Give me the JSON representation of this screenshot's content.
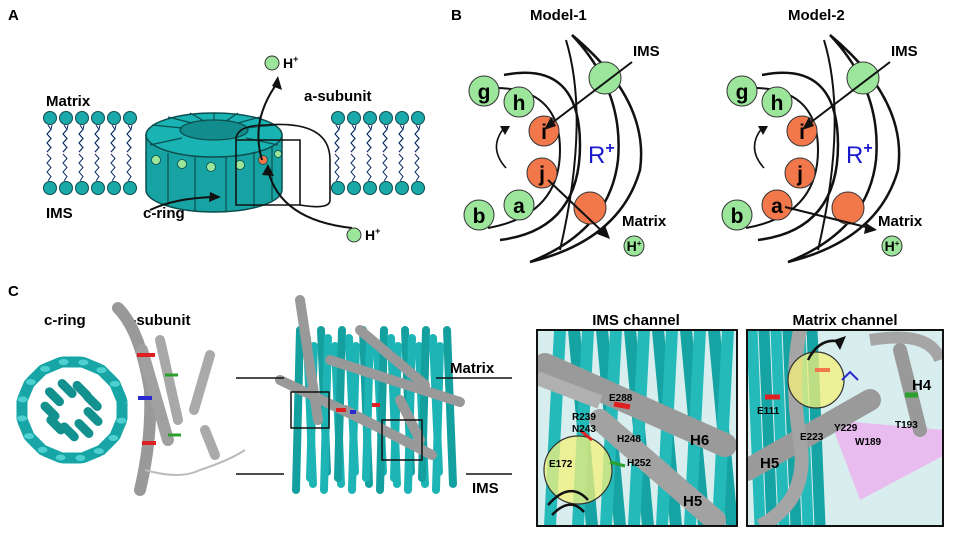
{
  "panel_a": {
    "letter": "A",
    "matrix_label": "Matrix",
    "ims_label": "IMS",
    "a_subunit_label": "a-subunit",
    "c_ring_label": "c-ring",
    "proton_label": "H",
    "proton_charge": "+"
  },
  "panel_b": {
    "letter": "B",
    "model1": {
      "title": "Model-1",
      "ims_label": "IMS",
      "matrix_label": "Matrix",
      "r_label": "R",
      "r_charge": "+",
      "proton_label": "H",
      "proton_charge": "+",
      "circles": [
        "g",
        "h",
        "i",
        "j",
        "a",
        "b"
      ]
    },
    "model2": {
      "title": "Model-2",
      "ims_label": "IMS",
      "matrix_label": "Matrix",
      "r_label": "R",
      "r_charge": "+",
      "proton_label": "H",
      "proton_charge": "+",
      "circles": [
        "g",
        "h",
        "i",
        "j",
        "a",
        "b"
      ]
    }
  },
  "panel_c": {
    "letter": "C",
    "c_ring_label": "c-ring",
    "a_subunit_label": "a-subunit",
    "matrix_label": "Matrix",
    "ims_label": "IMS",
    "ims_channel": {
      "title": "IMS channel",
      "residues": [
        "E288",
        "R239",
        "N243",
        "H248",
        "E172",
        "H252"
      ],
      "helices": [
        "H6",
        "H5"
      ]
    },
    "matrix_channel": {
      "title": "Matrix channel",
      "residues": [
        "E111",
        "E223",
        "Y229",
        "W189",
        "T193"
      ],
      "helices": [
        "H4",
        "H5"
      ]
    }
  },
  "colors": {
    "teal": "#1aa8a8",
    "teal_dark": "#0f7f7f",
    "light_green": "#9be69b",
    "orange": "#f2784b",
    "gray": "#a8a8a8",
    "blue_text": "#1a1acc",
    "highlight_yellow": "#f5f07a",
    "pink": "#f0a6f0"
  }
}
